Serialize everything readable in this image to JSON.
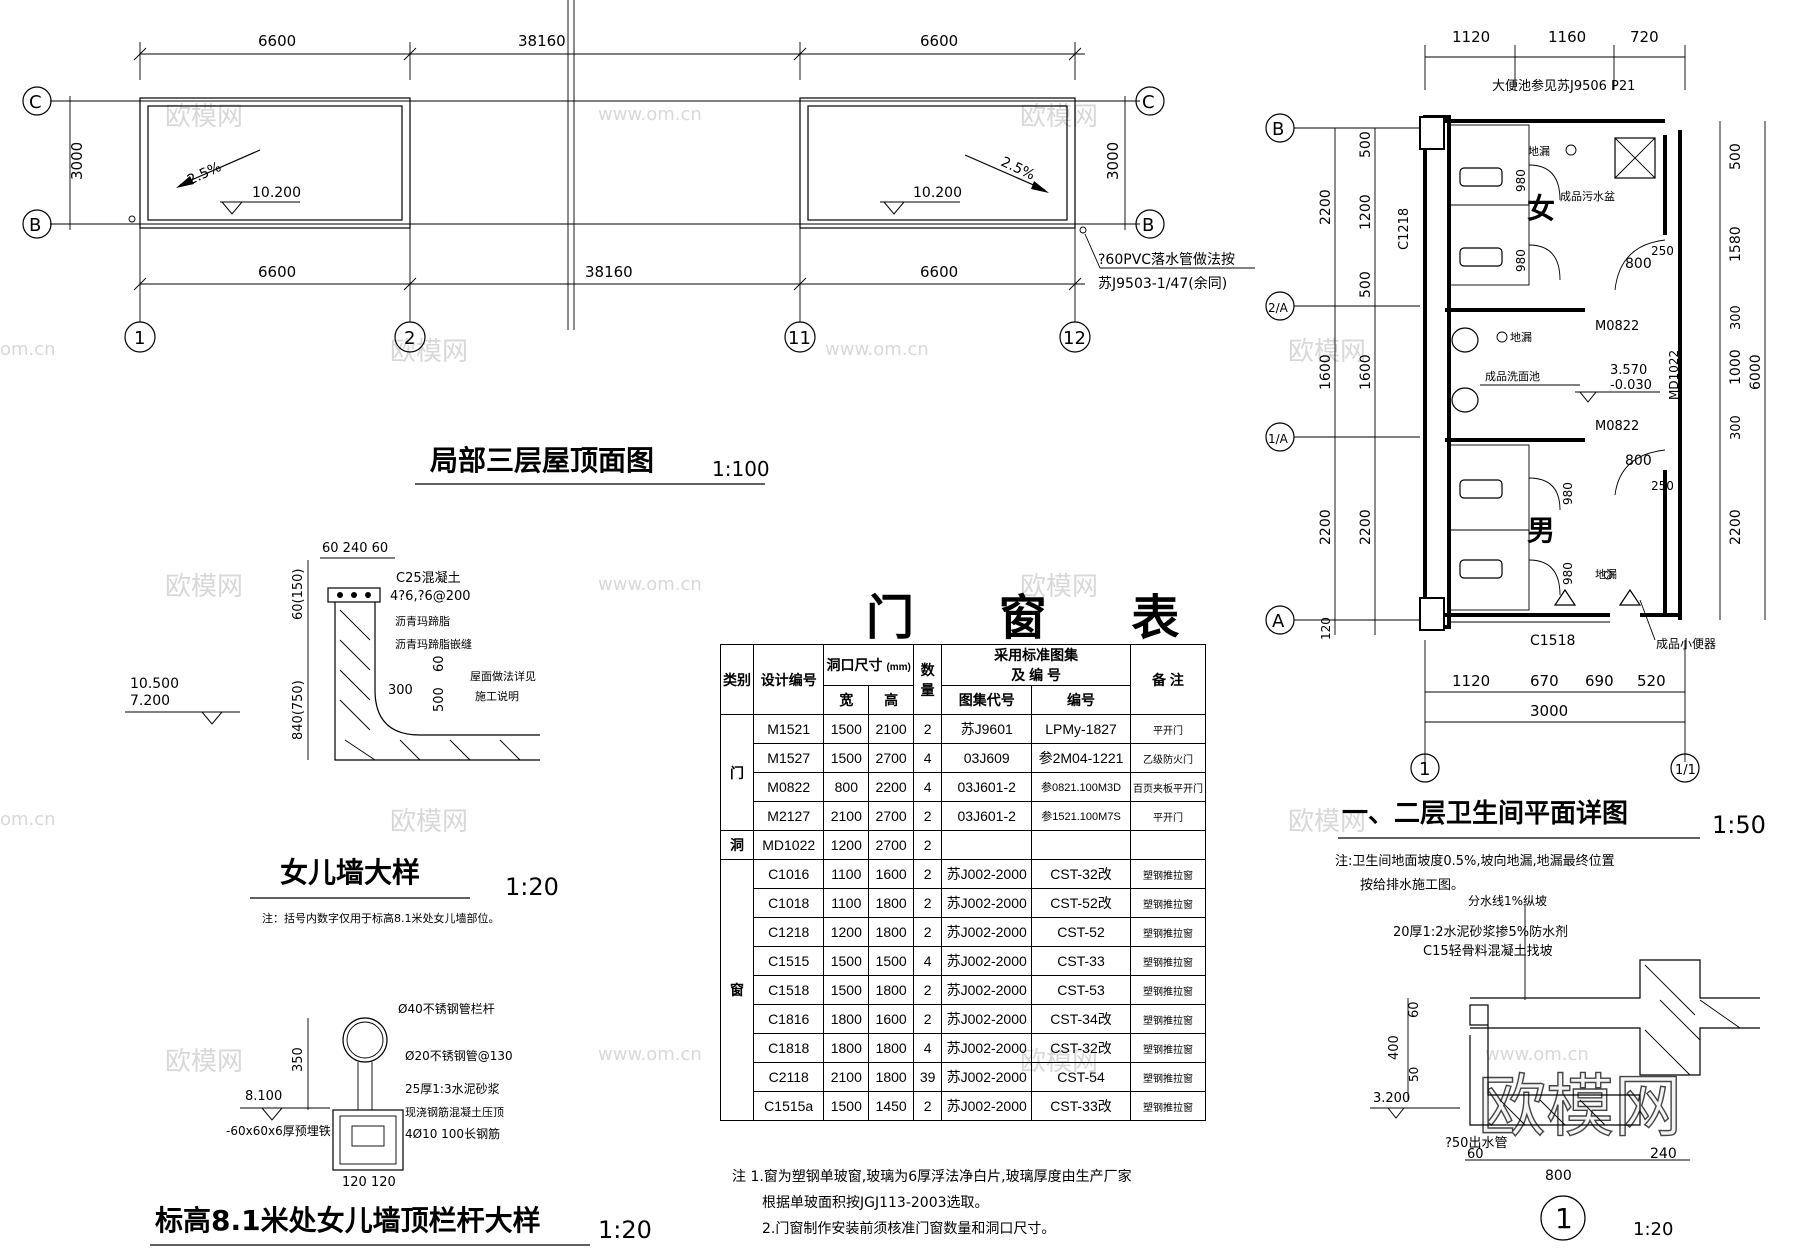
{
  "roof_plan": {
    "title": "局部三层屋顶面图",
    "scale": "1:100",
    "dim_left_top": "6600",
    "dim_mid_top": "38160",
    "dim_right_top": "6600",
    "dim_left_bottom": "6600",
    "dim_mid_bottom": "38160",
    "dim_right_bottom": "6600",
    "dim_side_left": "3000",
    "dim_side_right": "3000",
    "slope_left": "2.5%",
    "slope_right": "2.5%",
    "elev_left": "10.200",
    "elev_right": "10.200",
    "axis_c": "C",
    "axis_b": "B",
    "axis_1": "1",
    "axis_2": "2",
    "axis_11": "11",
    "axis_12": "12",
    "pipe_note_1": "?60PVC落水管做法按",
    "pipe_note_2": "苏J9503-1/47(余同)"
  },
  "parapet": {
    "title": "女儿墙大样",
    "scale": "1:20",
    "dims_top": "60 240 60",
    "concrete": "C25混凝土",
    "rebar": "4?6,?6@200",
    "note_a": "沥青玛蹄脂",
    "note_b": "沥青玛蹄脂嵌缝",
    "note_c": "屋面做法详见",
    "note_d": "施工说明",
    "dim_v1": "60(150)",
    "dim_v2": "840(750)",
    "dim_300": "300",
    "dim_500": "500",
    "dim_60": "60",
    "elev_1": "10.500",
    "elev_2": "7.200",
    "footnote": "注：括号内数字仅用于标高8.1米处女儿墙部位。"
  },
  "railing": {
    "title": "标高8.1米处女儿墙顶栏杆大样",
    "scale": "1:20",
    "n1": "Ø40不锈钢管栏杆",
    "n2": "Ø20不锈钢管@130",
    "n3": "25厚1:3水泥砂浆",
    "n4": "现浇钢筋混凝土压顶",
    "n5": "4Ø10 100长钢筋",
    "n6": "-60x60x6厚预埋铁",
    "dim_350": "350",
    "elev": "8.100",
    "dim_bottom": "120 120"
  },
  "door_window_table": {
    "title": "门 窗 表",
    "headers": {
      "category": "类别",
      "code": "设计编号",
      "size": "洞口尺寸",
      "size_unit": "(mm)",
      "width": "宽",
      "height": "高",
      "qty_a": "数",
      "qty_b": "量",
      "atlas": "采用标准图集",
      "atlas_b": "及 编 号",
      "atlas_code": "图集代号",
      "atlas_no": "编号",
      "remark": "备 注"
    },
    "cat_door": "门",
    "cat_hole": "洞",
    "cat_window": "窗",
    "doors": [
      {
        "code": "M1521",
        "w": "1500",
        "h": "2100",
        "qty": "2",
        "atlas": "苏J9601",
        "no": "LPMy-1827",
        "remark": "平开门"
      },
      {
        "code": "M1527",
        "w": "1500",
        "h": "2700",
        "qty": "4",
        "atlas": "03J609",
        "no": "参2M04-1221",
        "remark": "乙级防火门"
      },
      {
        "code": "M0822",
        "w": "800",
        "h": "2200",
        "qty": "4",
        "atlas": "03J601-2",
        "no": "参0821.100M3D",
        "remark": "百页夹板平开门"
      },
      {
        "code": "M2127",
        "w": "2100",
        "h": "2700",
        "qty": "2",
        "atlas": "03J601-2",
        "no": "参1521.100M7S",
        "remark": "平开门"
      }
    ],
    "holes": [
      {
        "code": "MD1022",
        "w": "1200",
        "h": "2700",
        "qty": "2",
        "atlas": "",
        "no": "",
        "remark": ""
      }
    ],
    "windows": [
      {
        "code": "C1016",
        "w": "1100",
        "h": "1600",
        "qty": "2",
        "atlas": "苏J002-2000",
        "no": "CST-32改",
        "remark": "塑钢推拉窗"
      },
      {
        "code": "C1018",
        "w": "1100",
        "h": "1800",
        "qty": "2",
        "atlas": "苏J002-2000",
        "no": "CST-52改",
        "remark": "塑钢推拉窗"
      },
      {
        "code": "C1218",
        "w": "1200",
        "h": "1800",
        "qty": "2",
        "atlas": "苏J002-2000",
        "no": "CST-52",
        "remark": "塑钢推拉窗"
      },
      {
        "code": "C1515",
        "w": "1500",
        "h": "1500",
        "qty": "4",
        "atlas": "苏J002-2000",
        "no": "CST-33",
        "remark": "塑钢推拉窗"
      },
      {
        "code": "C1518",
        "w": "1500",
        "h": "1800",
        "qty": "2",
        "atlas": "苏J002-2000",
        "no": "CST-53",
        "remark": "塑钢推拉窗"
      },
      {
        "code": "C1816",
        "w": "1800",
        "h": "1600",
        "qty": "2",
        "atlas": "苏J002-2000",
        "no": "CST-34改",
        "remark": "塑钢推拉窗"
      },
      {
        "code": "C1818",
        "w": "1800",
        "h": "1800",
        "qty": "4",
        "atlas": "苏J002-2000",
        "no": "CST-32改",
        "remark": "塑钢推拉窗"
      },
      {
        "code": "C2118",
        "w": "2100",
        "h": "1800",
        "qty": "39",
        "atlas": "苏J002-2000",
        "no": "CST-54",
        "remark": "塑钢推拉窗"
      },
      {
        "code": "C1515a",
        "w": "1500",
        "h": "1450",
        "qty": "2",
        "atlas": "苏J002-2000",
        "no": "CST-33改",
        "remark": "塑钢推拉窗"
      }
    ],
    "note_1": "注 1.窗为塑钢单玻窗,玻璃为6厚浮法净白片,玻璃厚度由生产厂家",
    "note_2": "根据单玻面积按JGJ113-2003选取。",
    "note_3": "2.门窗制作安装前须核准门窗数量和洞口尺寸。"
  },
  "toilet_plan": {
    "title": "一、二层卫生间平面详图",
    "scale": "1:50",
    "top_dims": [
      "1120",
      "1160",
      "720"
    ],
    "bottom_dims": [
      "1120",
      "670",
      "690",
      "520"
    ],
    "bottom_total": "3000",
    "left_dims": [
      "500",
      "1200",
      "500",
      "1600",
      "2200"
    ],
    "left_outer": [
      "2200",
      "1600",
      "2200",
      "120"
    ],
    "right_dims": [
      "500",
      "1580",
      "300",
      "1000",
      "300",
      "2200"
    ],
    "right_total": "6000",
    "axis_b": "B",
    "axis_2a": "2/A",
    "axis_1a": "1/A",
    "axis_a": "A",
    "axis_1": "1",
    "axis_1_1": "1/1",
    "label_female": "女",
    "label_male": "男",
    "note_pit": "大便池参见苏J9506 P21",
    "note_drain1": "地漏",
    "note_sink": "成品污水盆",
    "note_drain2": "地漏",
    "note_basin": "成品洗面池",
    "note_drain3": "地漏",
    "note_urinal": "成品小便器",
    "door_m0822_a": "M0822",
    "door_m0822_b": "M0822",
    "md": "MD1022",
    "win_c1218": "C1218",
    "win_c1518": "C1518",
    "d800_a": "800",
    "d800_b": "800",
    "d250_a": "250",
    "d250_b": "250",
    "d980": "980",
    "elev_1": "3.570",
    "elev_2": "-0.030",
    "note_slope_1": "注:卫生间地面坡度0.5%,坡向地漏,地漏最终位置",
    "note_slope_2": "按给排水施工图。"
  },
  "detail_1": {
    "l1": "分水线1%纵坡",
    "l2": "20厚1:2水泥砂浆掺5%防水剂",
    "l3": "C15轻骨料混凝土找坡",
    "d60": "60",
    "d400": "400",
    "d50": "50",
    "elev": "3.200",
    "pipe": "?50出水管",
    "dims_bottom": [
      "60",
      "800",
      "240"
    ],
    "num": "1",
    "scale": "1:20"
  },
  "watermarks": {
    "cn": "欧模网",
    "url": "www.om.cn",
    "domain": "om.cn",
    "big": "欧模网"
  }
}
